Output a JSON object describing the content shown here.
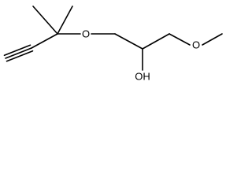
{
  "molecule": {
    "atoms": {
      "o_ether": "O",
      "hydroxyl": "OH",
      "o_methoxy": "O"
    },
    "colors": {
      "bond": "#000000",
      "label": "#000000",
      "background": "#ffffff"
    }
  }
}
